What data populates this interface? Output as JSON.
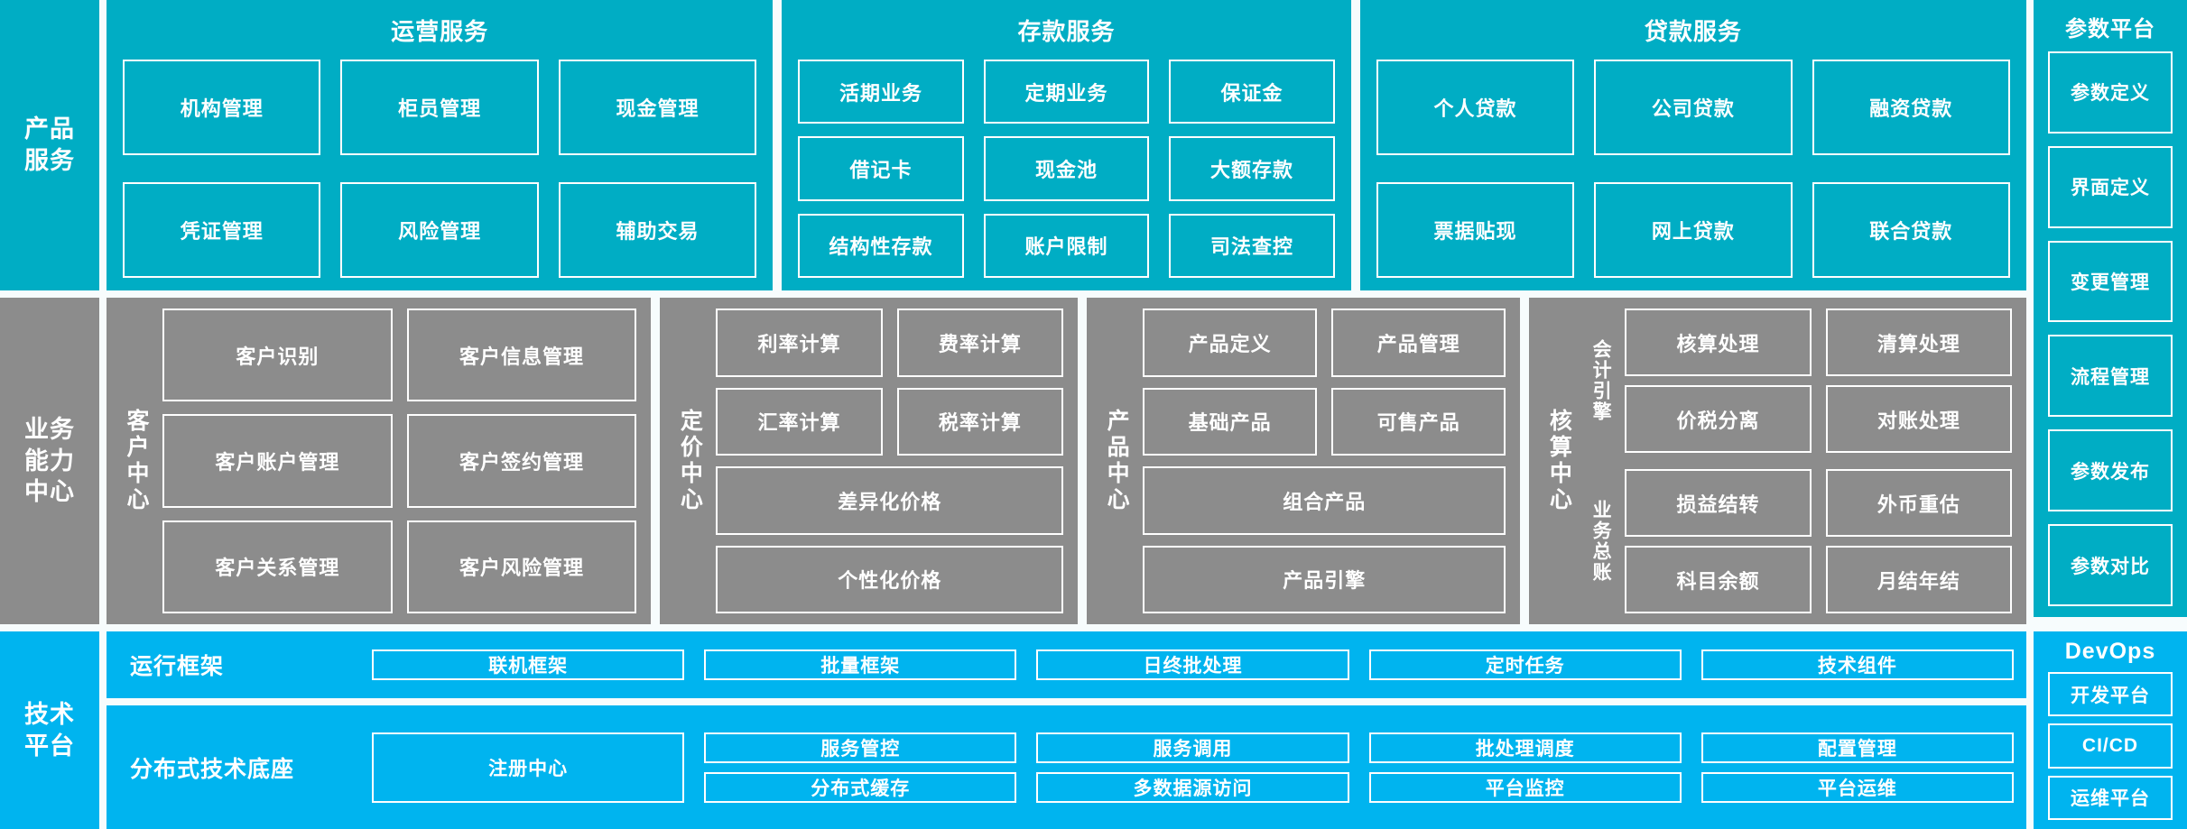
{
  "colors": {
    "teal": "#00ADC4",
    "gray": "#8C8C8C",
    "blue": "#00B4EF",
    "background": "#F7FCFD",
    "border": "#FFFFFF"
  },
  "rows": {
    "product": {
      "spine_label": "产品\n服务",
      "spine_line1": "产品",
      "spine_line2": "服务",
      "panels": [
        {
          "title": "运营服务",
          "cells": [
            "机构管理",
            "柜员管理",
            "现金管理",
            "凭证管理",
            "风险管理",
            "辅助交易"
          ]
        },
        {
          "title": "存款服务",
          "cells": [
            "活期业务",
            "定期业务",
            "保证金",
            "借记卡",
            "现金池",
            "大额存款",
            "结构性存款",
            "账户限制",
            "司法查控"
          ]
        },
        {
          "title": "贷款服务",
          "cells": [
            "个人贷款",
            "公司贷款",
            "融资贷款",
            "票据贴现",
            "网上贷款",
            "联合贷款"
          ]
        }
      ]
    },
    "capability": {
      "spine_line1": "业务",
      "spine_line2": "能力",
      "spine_line3": "中心",
      "panels": [
        {
          "vlabel": "客户中心",
          "cells": [
            "客户识别",
            "客户信息管理",
            "客户账户管理",
            "客户签约管理",
            "客户关系管理",
            "客户风险管理"
          ]
        },
        {
          "vlabel": "定价中心",
          "pairs": [
            [
              "利率计算",
              "费率计算"
            ],
            [
              "汇率计算",
              "税率计算"
            ]
          ],
          "fulls": [
            "差异化价格",
            "个性化价格"
          ]
        },
        {
          "vlabel": "产品中心",
          "pairs": [
            [
              "产品定义",
              "产品管理"
            ],
            [
              "基础产品",
              "可售产品"
            ]
          ],
          "fulls": [
            "组合产品",
            "产品引擎"
          ]
        },
        {
          "vlabel": "核算中心",
          "subgroups": [
            {
              "vlabel": "会计引擎",
              "cells": [
                "核算处理",
                "清算处理",
                "价税分离",
                "对账处理"
              ]
            },
            {
              "vlabel": "业务总账",
              "cells": [
                "损益结转",
                "外币重估",
                "科目余额",
                "月结年结"
              ]
            }
          ]
        }
      ]
    },
    "tech": {
      "spine_line1": "技术",
      "spine_line2": "平台",
      "strips": [
        {
          "label": "运行框架",
          "cells": [
            "联机框架",
            "批量框架",
            "日终批处理",
            "定时任务",
            "技术组件"
          ]
        },
        {
          "label": "分布式技术底座",
          "register": "注册中心",
          "cells_row1": [
            "服务管控",
            "服务调用",
            "批处理调度",
            "配置管理"
          ],
          "cells_row2": [
            "分布式缓存",
            "多数据源访问",
            "平台监控",
            "平台运维"
          ]
        }
      ]
    }
  },
  "right_column": {
    "title": "参数平台",
    "items": [
      "参数定义",
      "界面定义",
      "变更管理",
      "流程管理",
      "参数发布",
      "参数对比"
    ]
  },
  "devops": {
    "title": "DevOps",
    "items": [
      "开发平台",
      "CI/CD",
      "运维平台"
    ]
  }
}
